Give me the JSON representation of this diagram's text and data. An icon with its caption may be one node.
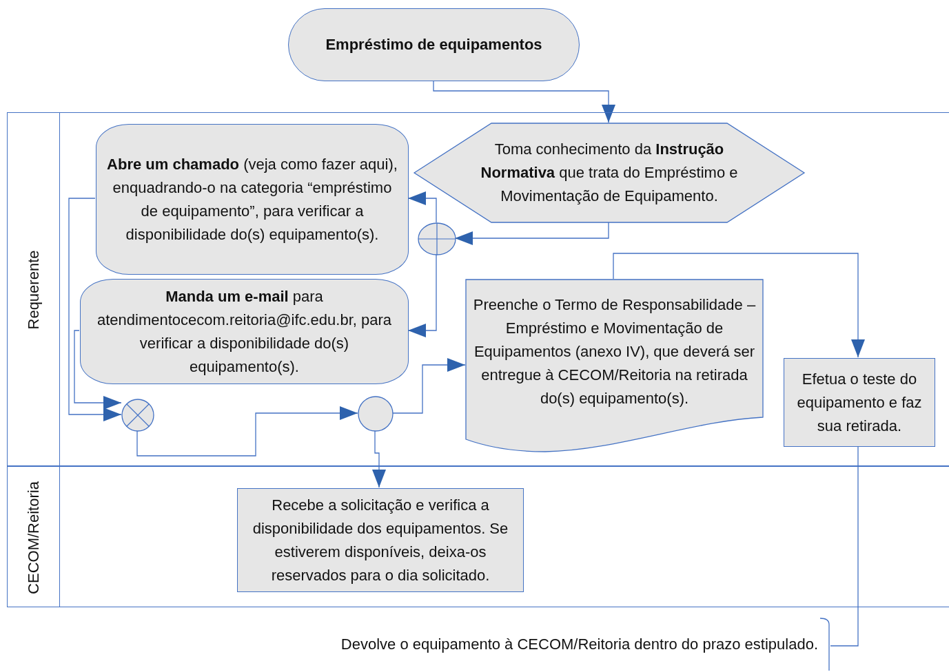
{
  "diagram": {
    "nodes": [
      {
        "text": [
          "Requerente"
        ]
      },
      {
        "text": [
          "CECOM/Reitoria"
        ]
      },
      {
        "text": [
          "Empréstimo de equipamentos"
        ]
      },
      {
        "text": [
          "Toma conhecimento da **Instrução Normativa** que trata do Empréstimo e Movimentação de Equipamento."
        ],
        "in": 0
      },
      {
        "text": [],
        "shape": "circle",
        "in": 0
      },
      {
        "text": [
          "**Abre um chamado** (veja como fazer aqui), enquadrando-o na categoria “empréstimo de equipamento”, para verificar a disponibilidade do(s) equipamento(s)."
        ],
        "in": 0
      },
      {
        "text": [
          "**Manda um e-mail** para atendimentocecom.reitoria@ifc.edu.br, para verificar a disponibilidade do(s) equipamento(s)."
        ],
        "in": 0
      },
      {
        "text": [],
        "shape": "circle",
        "in": 0
      },
      {
        "text": [],
        "shape": "circle",
        "in": 0
      },
      {
        "text": [
          "Preenche o Termo de Responsabilidade – Empréstimo e Movimentação de Equipamentos (anexo IV), que deverá ser entregue à CECOM/Reitoria na retirada do(s) equipamento(s)."
        ],
        "in": 0
      },
      {
        "text": [
          "Efetua o teste do equipamento e faz sua retirada."
        ],
        "in": 0
      },
      {
        "text": [
          "Recebe a solicitação e verifica a disponibilidade dos equipamentos. Se estiverem disponíveis, deixa-os reservados para o dia solicitado."
        ],
        "in": 1
      },
      {
        "text": [
          "Devolve o equipamento à CECOM/Reitoria dentro do prazo estipulado."
        ]
      }
    ],
    "edges": [
      {
        "from": 2,
        "to": 3,
        "arrow": "to"
      },
      {
        "from": 3,
        "to": 4,
        "arrow": "to"
      },
      {
        "from": 4,
        "to": 5,
        "arrow": "to"
      },
      {
        "from": 4,
        "to": 6,
        "arrow": "to"
      },
      {
        "from": 5,
        "to": 7,
        "arrow": "to"
      },
      {
        "from": 6,
        "to": 7,
        "arrow": "to"
      },
      {
        "from": 7,
        "to": 8,
        "arrow": "to"
      },
      {
        "from": 8,
        "to": 9,
        "arrow": "to"
      },
      {
        "from": 8,
        "to": 11,
        "arrow": "to"
      },
      {
        "from": 9,
        "to": 10,
        "arrow": "to"
      },
      {
        "from": 10,
        "to": 12,
        "arrow": "none"
      }
    ]
  }
}
